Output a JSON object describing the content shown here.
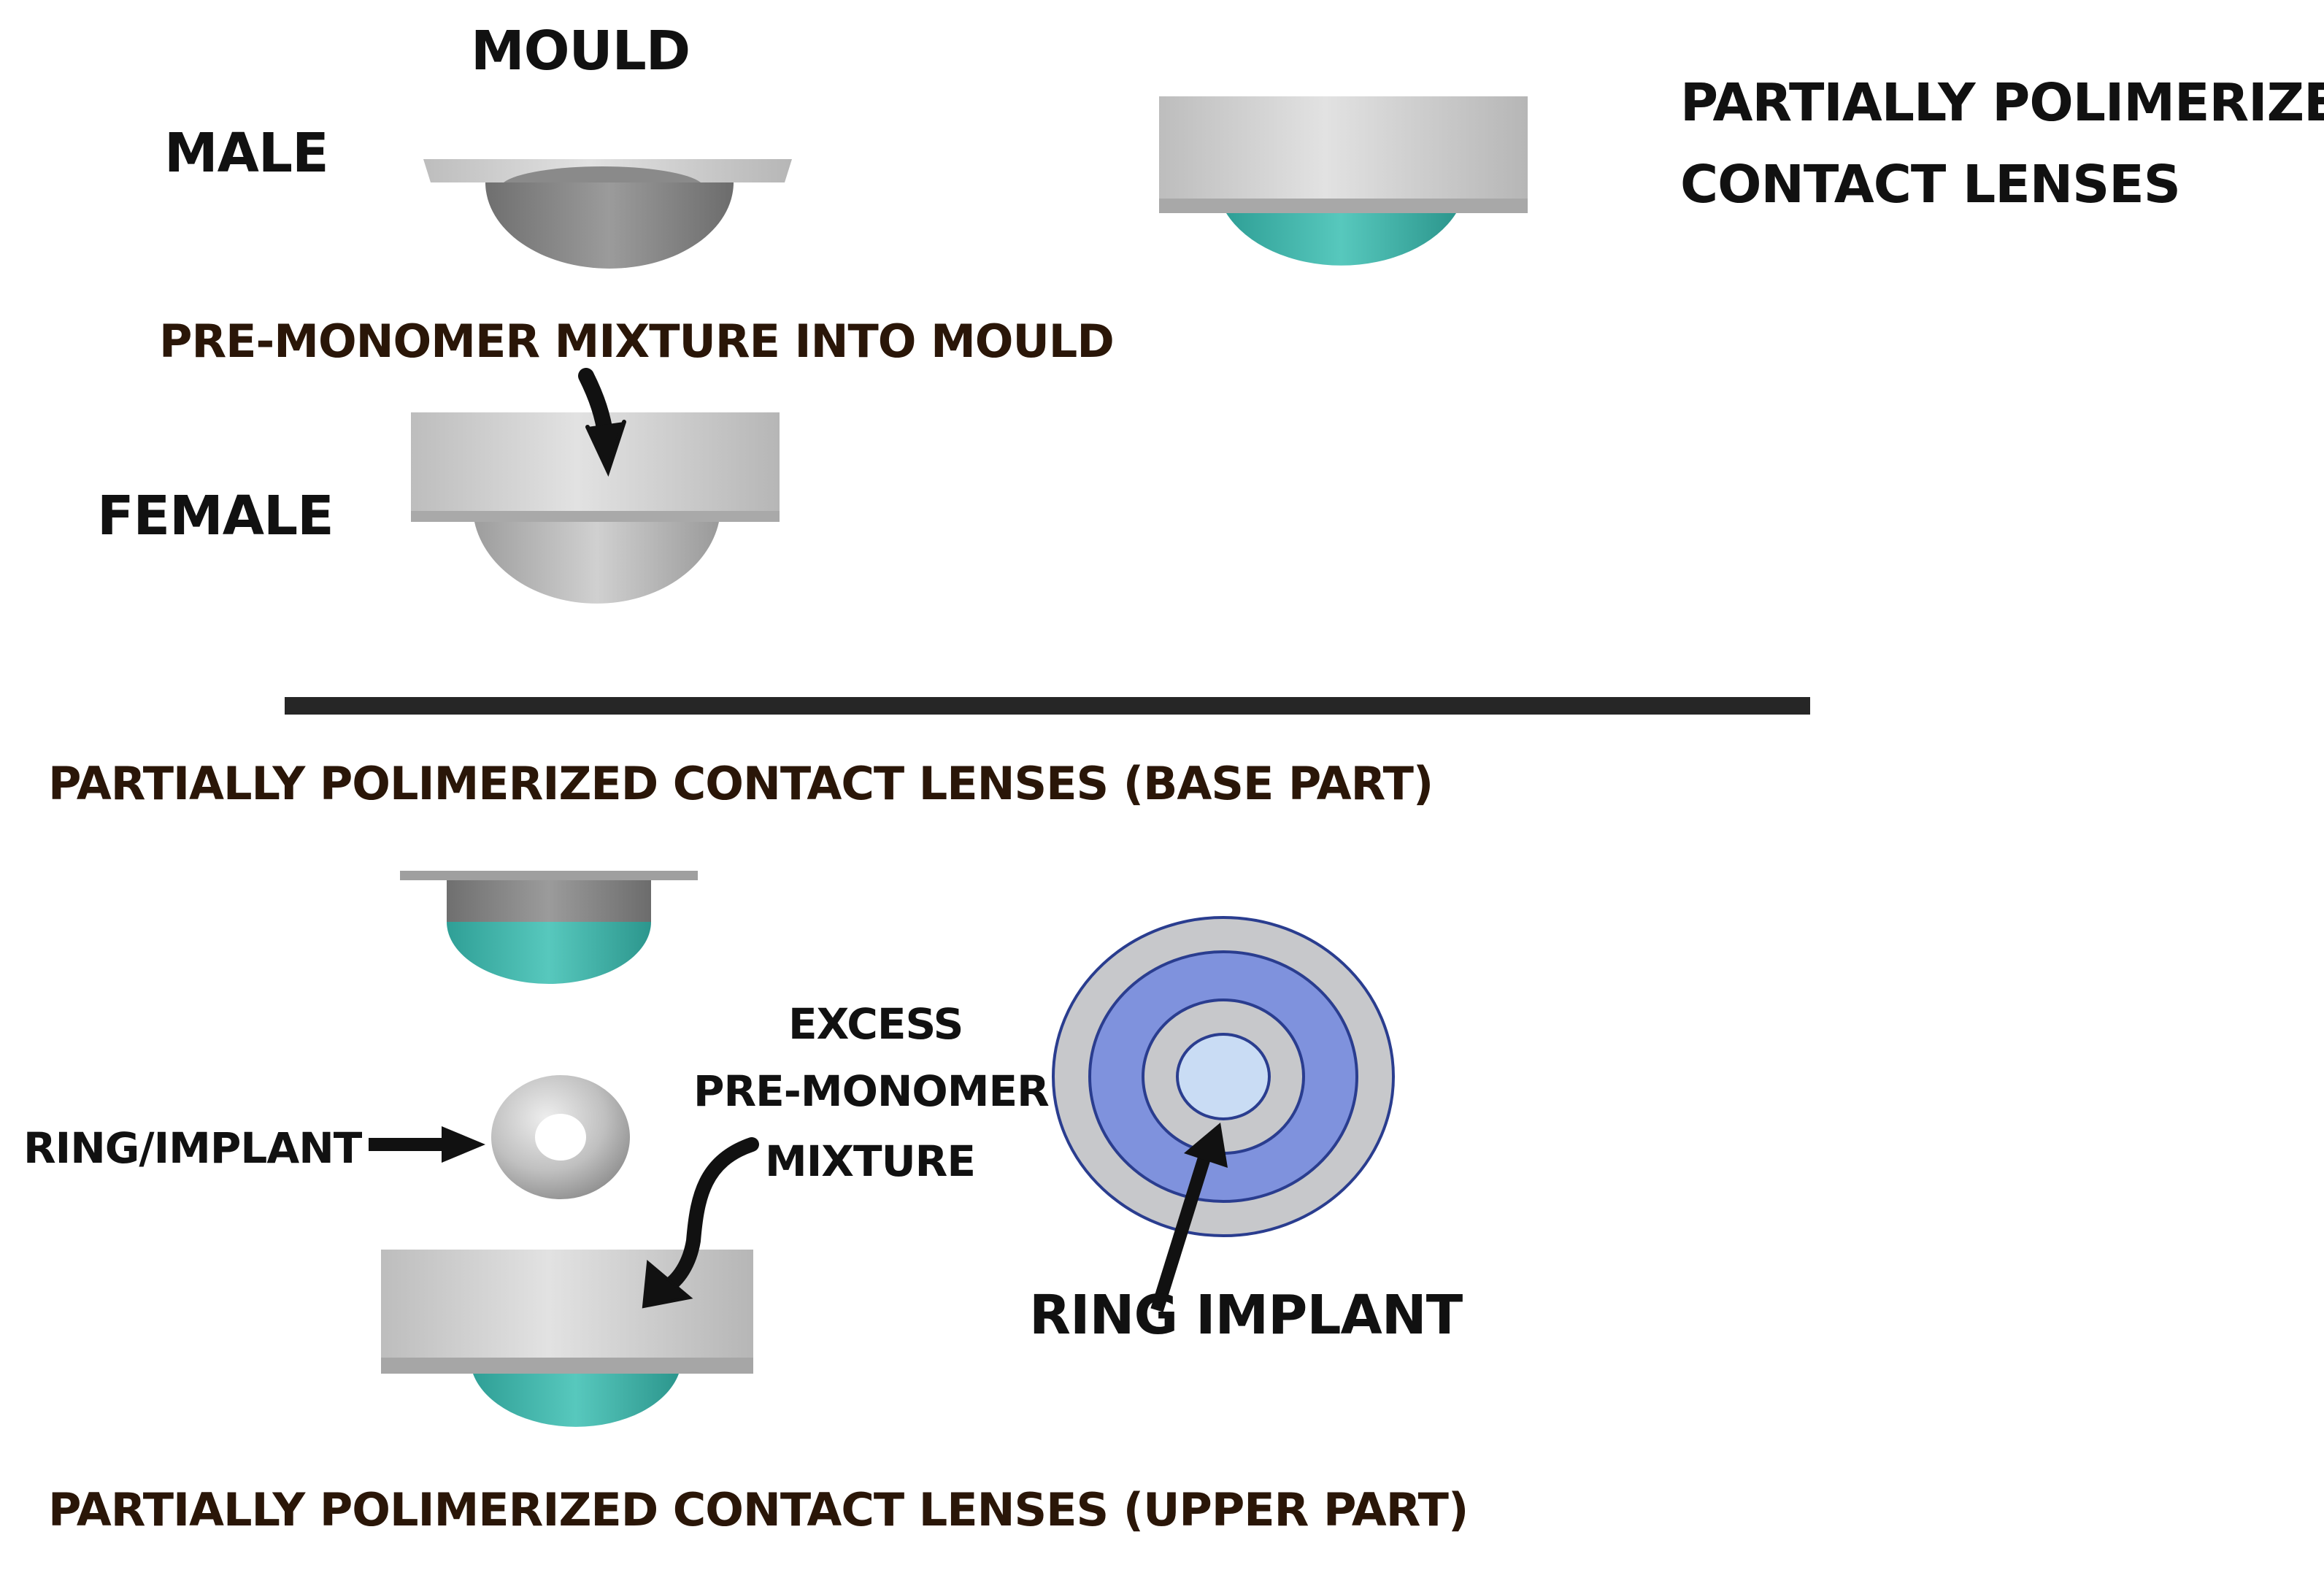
{
  "labels": {
    "mould": "MOULD",
    "male": "MALE",
    "female": "FEMALE",
    "pre_monomer_into_mould": "PRE-MONOMER MIXTURE INTO MOULD",
    "partially_polymerized_top_line1": "PARTIALLY POLIMERIZED",
    "partially_polymerized_top_line2": "CONTACT LENSES",
    "base_part": "PARTIALLY POLIMERIZED CONTACT LENSES (BASE PART)",
    "ring_implant_left": "RING/IMPLANT",
    "excess_line1": "EXCESS",
    "excess_line2": "PRE-MONOMER",
    "excess_line3": "MIXTURE",
    "ring_implant_right": "RING IMPLANT",
    "upper_part": "PARTIALLY POLIMERIZED CONTACT LENSES (UPPER PART)"
  },
  "colors": {
    "mould_gray": "#c8c8c8",
    "mould_dark": "#8c8c8c",
    "lens_teal": "#3fb3aa",
    "ring_outer_gray": "#c7c8cb",
    "ring_blue": "#7f92dd",
    "ring_inner_light": "#c9dcf4",
    "divider": "#262626",
    "arrow": "#111111"
  }
}
